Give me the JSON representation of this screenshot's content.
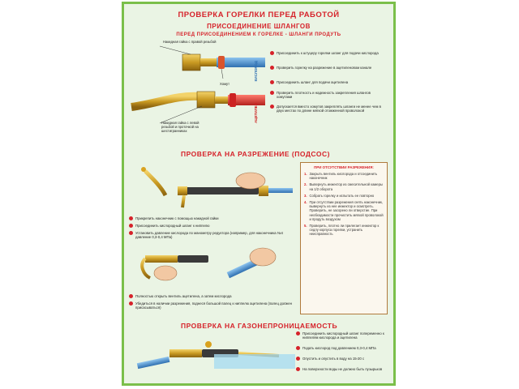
{
  "poster": {
    "title": "ПРОВЕРКА ГОРЕЛКИ ПЕРЕД РАБОТОЙ",
    "section1": {
      "title": "ПРИСОЕДИНЕНИЕ ШЛАНГОВ",
      "subtitle": "ПЕРЕД ПРИСОЕДИНЕНИЕМ К ГОРЕЛКЕ - ШЛАНГИ ПРОДУТЬ",
      "labels": {
        "right_nut": "Накидная гайка с правой резьбой",
        "clamp": "Хомут",
        "left_nut": "Накидная гайка с левой резьбой и проточкой на шестигранниках",
        "oxygen": "КИСЛОРОД",
        "acetylene": "АЦЕТИЛЕН"
      },
      "bullets": [
        "Присоединить к штуцеру горелки шланг для подачи кислорода",
        "Проверить горелку на разрежение в ацетиленовом канале",
        "Присоединить шланг для подачи ацетилена",
        "Проверить плотность и надежность закрепления шлангов хомутами",
        "Допускается вместо хомутов закреплять шланги не менее чем в двух местах по длине мягкой отожженной проволокой"
      ]
    },
    "section2": {
      "title": "ПРОВЕРКА НА РАЗРЕЖЕНИЕ (ПОДСОС)",
      "bullets_a": [
        "Прикрепить наконечник с помощью накидной гайки",
        "Присоединить кислородный шланг к ниппелю",
        "Установить давление кислорода по манометру редуктора (например, для наконечника №4 давление 0,3-0,4 МПа)"
      ],
      "bullets_b": [
        "Полностью открыть вентиль ацетилена, а затем кислорода",
        "Убедиться в наличии разрежения, поднеся большой палец к ниппелю ацетилена (палец должен присасываться)"
      ],
      "notice": {
        "heading": "ПРИ ОТСУТСТВИИ РАЗРЕЖЕНИЯ:",
        "steps": [
          "Закрыть вентиль кислорода и отсоединить наконечник",
          "Вывернуть инжектор из смесительной камеры на 1/2 оборота",
          "Собрать горелку и испытать ее повторно",
          "При отсутствии разрежения снять наконечник, вывернуть из нее инжектор и осмотреть. Проверить, не засорено ли отверстие. При необходимости прочистить мягкой проволокой и продуть воздухом",
          "Проверить, плотно ли прилегает инжектор к седлу корпуса горелки, устранить неисправность"
        ]
      }
    },
    "section3": {
      "title": "ПРОВЕРКА НА ГАЗОНЕПРОНИЦАЕМОСТЬ",
      "bullets": [
        "Присоединить кислородный шланг попеременно к ниппелям кислорода и ацетилена",
        "Подать кислород под давлением 0,3-0,4 МПа",
        "Опустить и опустить в воду на 15-20 с",
        "На поверхности воды не должно быть пузырьков"
      ]
    }
  }
}
